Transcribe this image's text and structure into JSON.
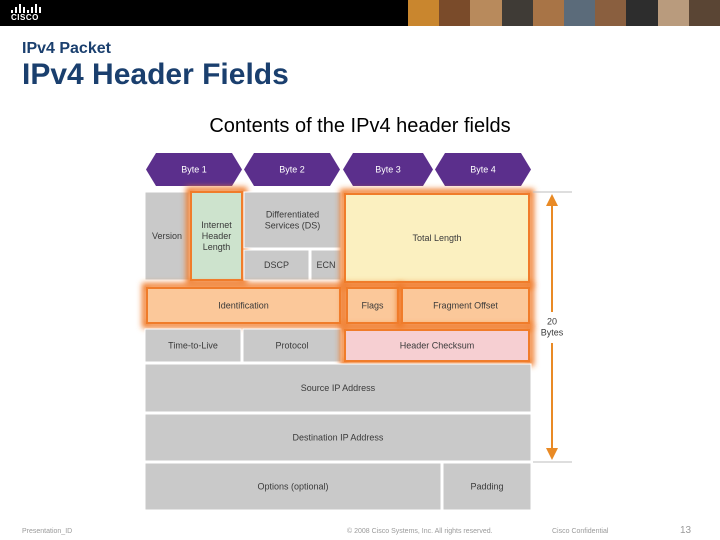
{
  "header": {
    "logo_text": "CISCO",
    "subtitle": "IPv4 Packet",
    "title": "IPv4 Header Fields"
  },
  "caption": "Contents of the IPv4 header fields",
  "diagram": {
    "bytes": [
      "Byte 1",
      "Byte 2",
      "Byte 3",
      "Byte 4"
    ],
    "fields": {
      "version": "Version",
      "ihl": [
        "Internet",
        "Header",
        "Length"
      ],
      "ds": [
        "Differentiated",
        "Services (DS)"
      ],
      "dscp": "DSCP",
      "ecn": "ECN",
      "total_length": "Total Length",
      "identification": "Identification",
      "flags": "Flags",
      "fragment_offset": "Fragment Offset",
      "ttl": "Time-to-Live",
      "protocol": "Protocol",
      "checksum": "Header Checksum",
      "source": "Source IP Address",
      "destination": "Destination IP Address",
      "options": "Options (optional)",
      "padding": "Padding"
    },
    "size_label": [
      "20",
      "Bytes"
    ],
    "colors": {
      "byte_arrow": "#5b2f8c",
      "gray_cell": "#c9c9c9",
      "highlight_glow": "#f07c2a",
      "ihl_fill": "#cde3cd",
      "total_length_fill": "#fbf0c0",
      "orange_fill": "#fbc89a",
      "checksum_fill": "#f6cfd2",
      "size_arrow": "#e98a25"
    }
  },
  "footer": {
    "left": "Presentation_ID",
    "center": "© 2008 Cisco Systems, Inc. All rights reserved.",
    "right": "Cisco Confidential",
    "page": "13"
  }
}
